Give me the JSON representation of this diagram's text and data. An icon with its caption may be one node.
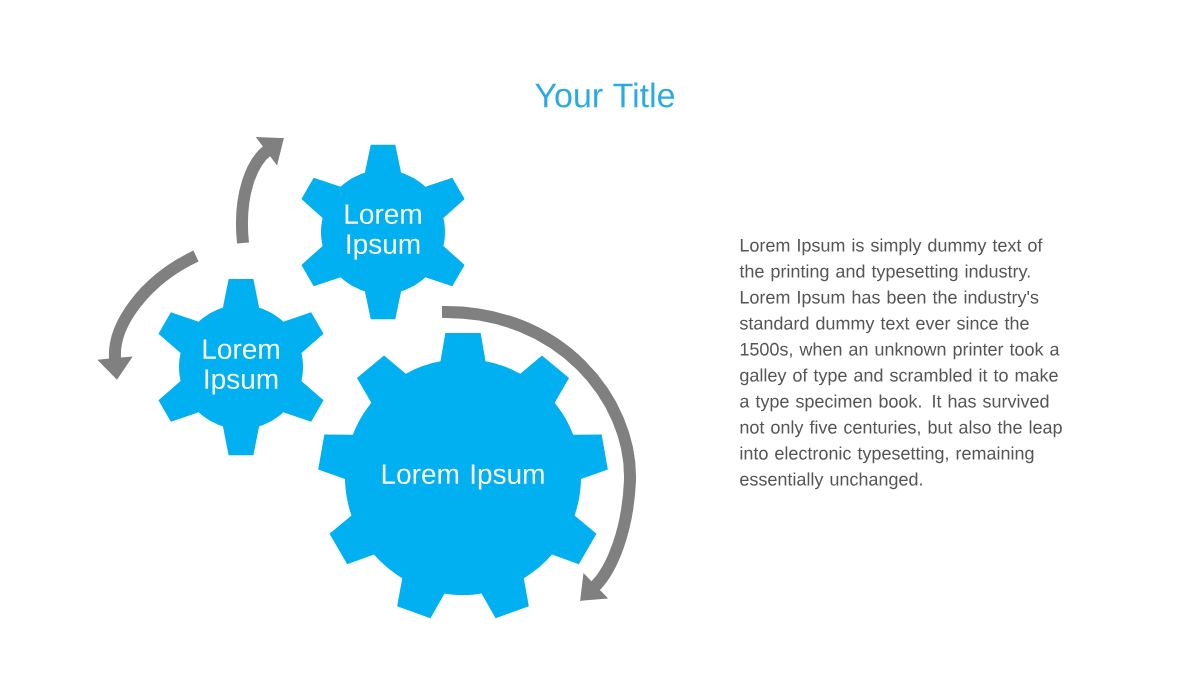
{
  "diagram": {
    "title": "Your Title",
    "nodes": [
      {
        "text": [
          "Lorem Ipsum"
        ]
      },
      {
        "text": [
          "Lorem Ipsum"
        ]
      },
      {
        "text": [
          "Lorem Ipsum"
        ]
      }
    ],
    "labels": [
      "Lorem Ipsum is simply dummy text of the printing and typesetting industry. Lorem Ipsum has been the industry's standard dummy text ever since the 1500s, when an unknown printer took a galley of type and scrambled it to make a type specimen book. It has survived not only five centuries, but also the leap into electronic typesetting, remaining essentially unchanged."
    ]
  }
}
